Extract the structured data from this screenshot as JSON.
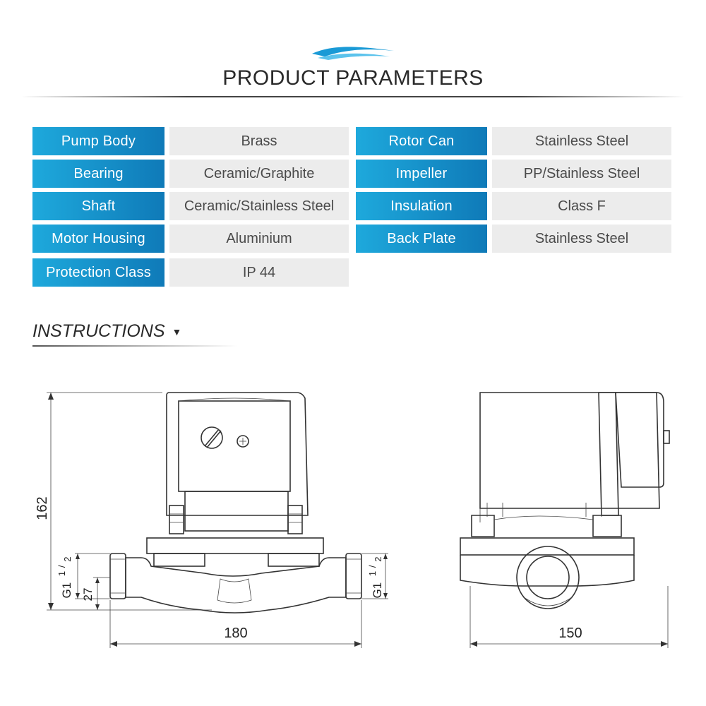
{
  "header": {
    "title": "PRODUCT PARAMETERS",
    "logo_icon": "wave-logo-icon"
  },
  "colors": {
    "label_bg": "#1a9ad6",
    "value_bg": "#ececec",
    "label_text": "#ffffff"
  },
  "parameters": [
    {
      "label": "Pump Body",
      "value": "Brass"
    },
    {
      "label": "Rotor Can",
      "value": "Stainless Steel"
    },
    {
      "label": "Bearing",
      "value": "Ceramic/Graphite"
    },
    {
      "label": "Impeller",
      "value": "PP/Stainless Steel"
    },
    {
      "label": "Shaft",
      "value": "Ceramic/Stainless Steel"
    },
    {
      "label": "Insulation",
      "value": "Class F"
    },
    {
      "label": "Motor Housing",
      "value": "Aluminium"
    },
    {
      "label": "Back Plate",
      "value": "Stainless Steel"
    },
    {
      "label": "Protection Class",
      "value": "IP 44"
    }
  ],
  "instructions": {
    "heading": "INSTRUCTIONS",
    "arrow_icon": "triangle-down-icon"
  },
  "dimensions": {
    "height": "162",
    "front_width": "180",
    "side_width": "150",
    "pipe_center": "27",
    "thread_left": "G1",
    "thread_right": "G1",
    "thread_fraction_num": "1",
    "thread_fraction_den": "2"
  }
}
